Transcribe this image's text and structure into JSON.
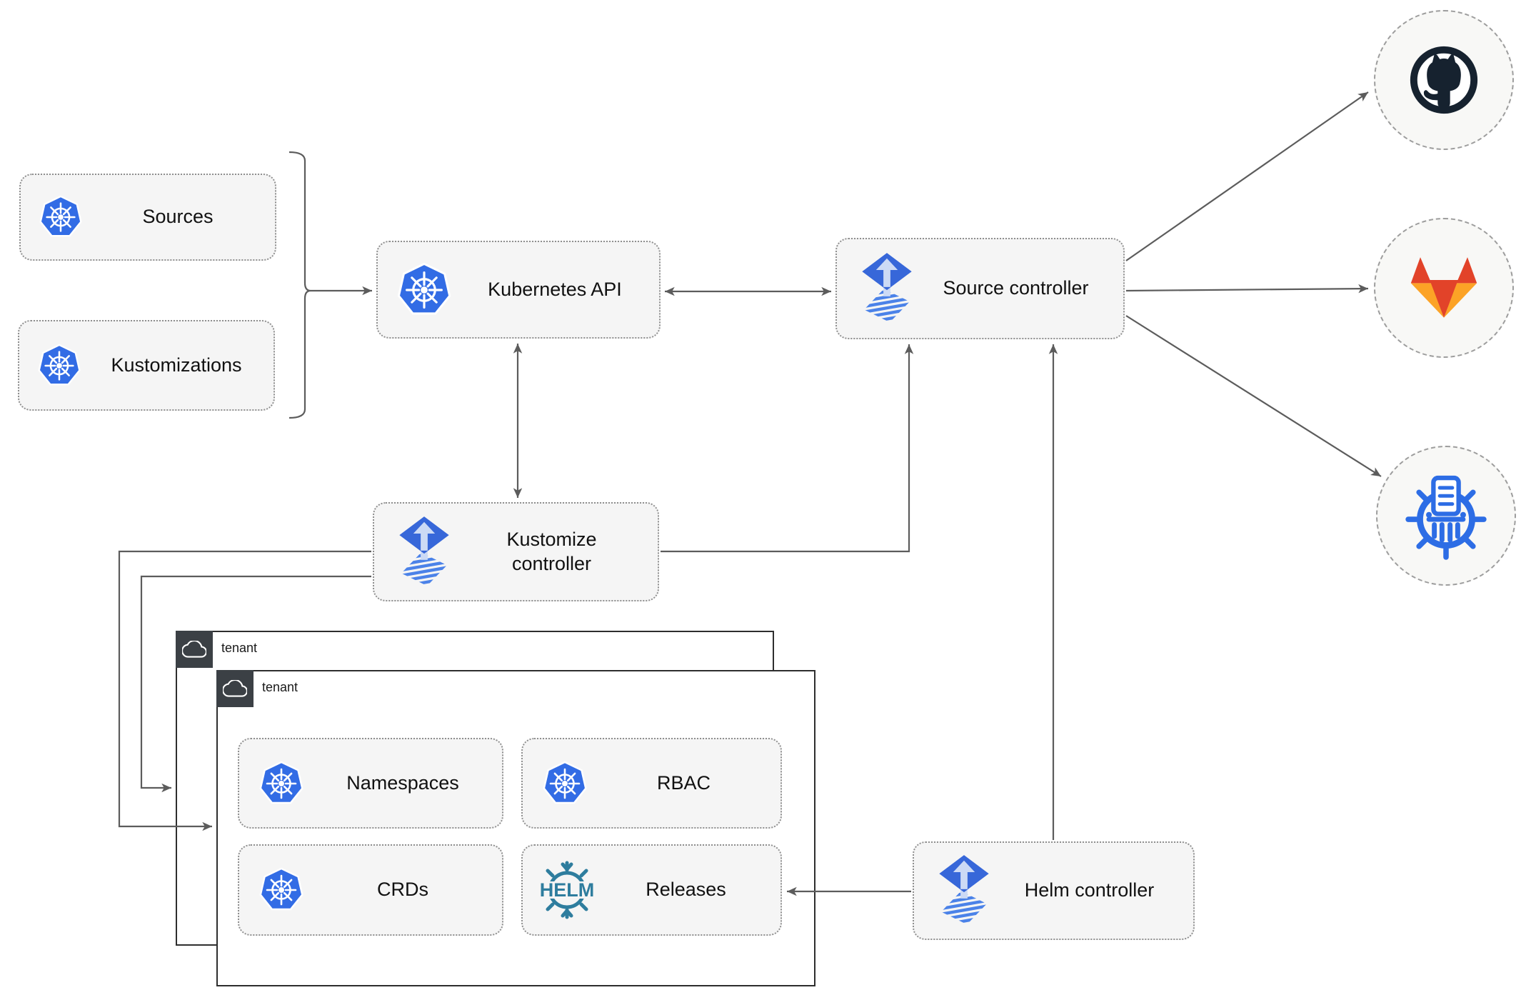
{
  "nodes": {
    "sources": {
      "label": "Sources"
    },
    "kustomizations": {
      "label": "Kustomizations"
    },
    "kubernetes_api": {
      "label": "Kubernetes API"
    },
    "source_controller": {
      "label": "Source controller"
    },
    "kustomize_controller": {
      "label": "Kustomize controller"
    },
    "helm_controller": {
      "label": "Helm controller"
    }
  },
  "tenants": {
    "outer": {
      "label": "tenant"
    },
    "inner": {
      "label": "tenant"
    }
  },
  "resources": {
    "namespaces": {
      "label": "Namespaces"
    },
    "rbac": {
      "label": "RBAC"
    },
    "crds": {
      "label": "CRDs"
    },
    "releases": {
      "label": "Releases"
    }
  },
  "icons": {
    "helm_wheel_text": "HELM",
    "kubernetes": "kubernetes-logo",
    "flux": "flux-logo",
    "github": "github-logo",
    "gitlab": "gitlab-logo",
    "helm_repository": "chartmuseum-logo",
    "tenant_cloud": "cloud-icon"
  },
  "colors": {
    "kubernetes_blue": "#326CE5",
    "flux_blue": "#3767d9",
    "flux_light": "#ccdaf5",
    "helm_teal": "#2e7d9e",
    "github_dark": "#16222f",
    "gitlab_red": "#e24329",
    "gitlab_orange": "#fc6d26",
    "gitlab_yellow": "#fca326",
    "chartmuseum_blue": "#2d6de5",
    "wire_gray": "#5c5c5c",
    "node_fill": "#f5f5f5",
    "tenant_border": "#2e2e2e",
    "badge_bg": "#3b4045"
  }
}
